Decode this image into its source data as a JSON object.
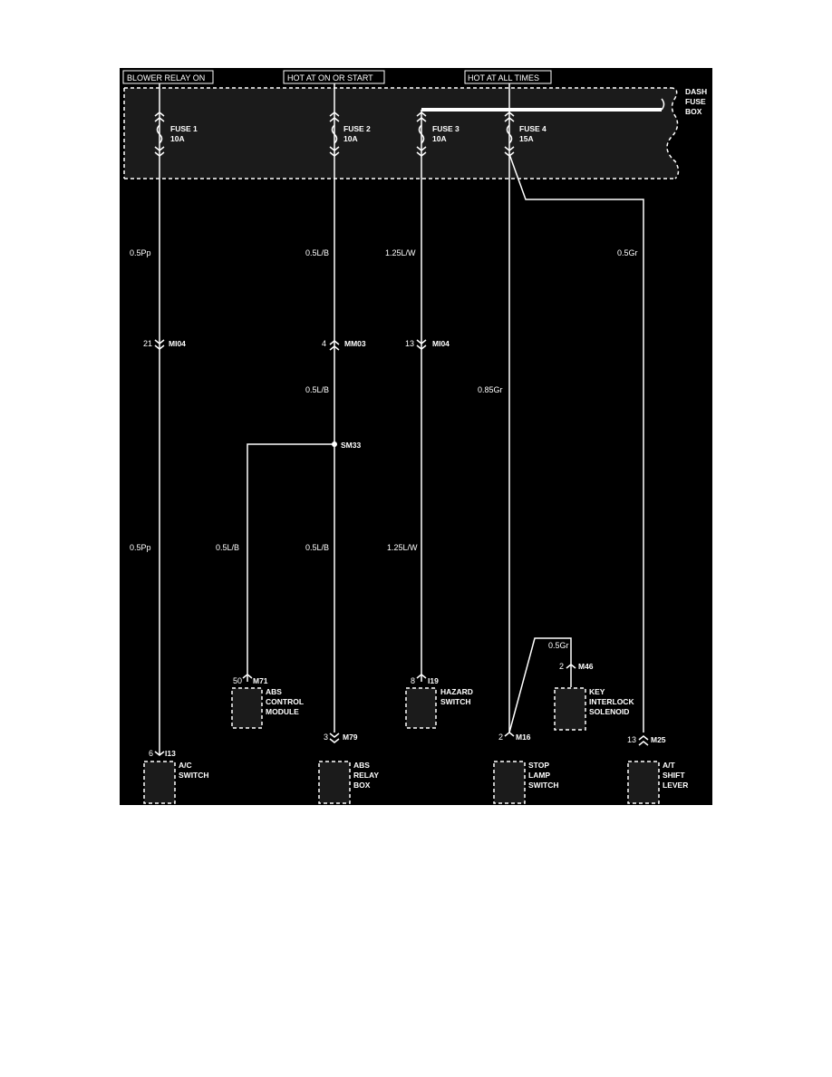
{
  "colors": {
    "background": "#000000",
    "wire": "#ffffff",
    "panel_fill": "#1b1b1b",
    "page": "#ffffff"
  },
  "headers": {
    "h1": "BLOWER RELAY ON",
    "h2": "HOT AT ON OR START",
    "h3": "HOT AT ALL TIMES"
  },
  "fuse_box": {
    "line1": "DASH",
    "line2": "FUSE",
    "line3": "BOX"
  },
  "fuses": [
    {
      "name": "FUSE 1",
      "rating": "10A"
    },
    {
      "name": "FUSE 2",
      "rating": "10A"
    },
    {
      "name": "FUSE 3",
      "rating": "10A"
    },
    {
      "name": "FUSE 4",
      "rating": "15A"
    }
  ],
  "wires": {
    "w1_upper": "0.5Pp",
    "w1_lower": "0.5Pp",
    "w2_upper": "0.5L/B",
    "w2_mid": "0.5L/B",
    "w2_branch": "0.5L/B",
    "w2_lower": "0.5L/B",
    "w3_upper": "1.25L/W",
    "w3_lower": "1.25L/W",
    "w4_main": "0.85Gr",
    "w4_branch": "0.5Gr",
    "w5_main": "0.5Gr"
  },
  "connectors": {
    "c1_pin": "21",
    "c1_id": "MI04",
    "c2_pin": "4",
    "c2_id": "MM03",
    "c3_pin": "13",
    "c3_id": "MI04",
    "splice": "SM33",
    "abs_ctrl_pin": "50",
    "abs_ctrl_id": "M71",
    "hazard_pin": "8",
    "hazard_id": "I19",
    "key_pin": "2",
    "key_id": "M46",
    "ac_pin": "6",
    "ac_id": "I13",
    "abs_relay_pin": "3",
    "abs_relay_id": "M79",
    "stop_pin": "2",
    "stop_id": "M16",
    "at_pin": "13",
    "at_id": "M25"
  },
  "components": {
    "abs_control": [
      "ABS",
      "CONTROL",
      "MODULE"
    ],
    "hazard": [
      "HAZARD",
      "SWITCH"
    ],
    "key_interlock": [
      "KEY",
      "INTERLOCK",
      "SOLENOID"
    ],
    "ac_switch": [
      "A/C",
      "SWITCH"
    ],
    "abs_relay": [
      "ABS",
      "RELAY",
      "BOX"
    ],
    "stop_lamp": [
      "STOP",
      "LAMP",
      "SWITCH"
    ],
    "at_shift": [
      "A/T",
      "SHIFT",
      "LEVER"
    ]
  }
}
